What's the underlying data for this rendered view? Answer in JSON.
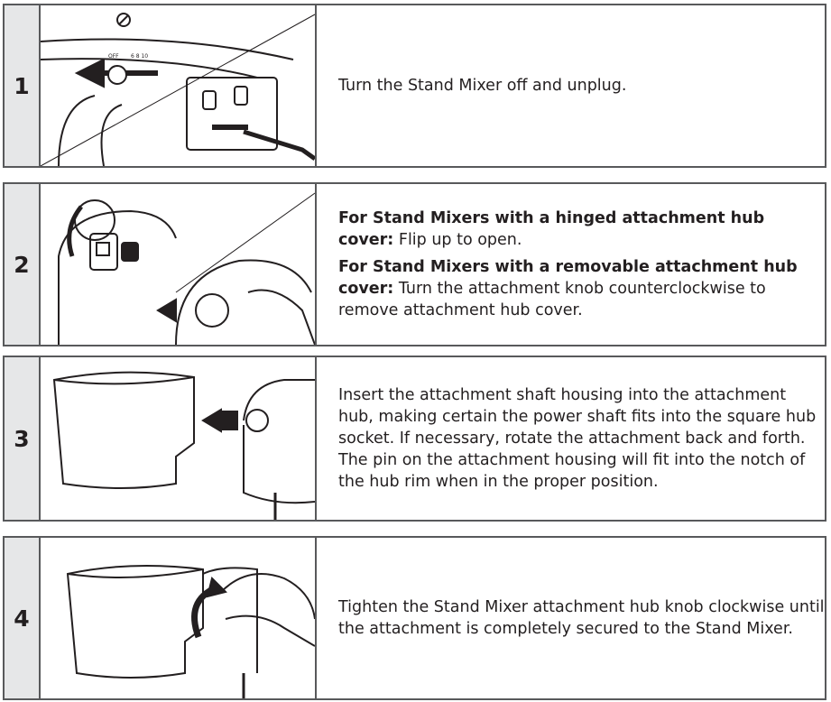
{
  "steps": [
    {
      "number": "1",
      "text": "Turn the Stand Mixer off and unplug."
    },
    {
      "number": "2",
      "para1_bold": "For Stand Mixers with a hinged attachment hub cover:",
      "para1_text": " Flip up to open.",
      "para2_bold": "For Stand Mixers with a removable attachment hub cover:",
      "para2_text": " Turn the attachment knob counterclockwise to remove attachment hub cover."
    },
    {
      "number": "3",
      "text": "Insert the attachment shaft housing into the attachment hub, making certain the power shaft fits into the square hub socket. If necessary, rotate the attachment back and forth. The pin on the attachment housing will fit into the notch of the hub rim when in the proper position."
    },
    {
      "number": "4",
      "text": "Tighten the Stand Mixer attachment hub knob clockwise until the attachment is completely secured to the Stand Mixer."
    }
  ],
  "illustration_labels": {
    "speed_control": "OFF",
    "speed_marks": "6  8  10"
  }
}
